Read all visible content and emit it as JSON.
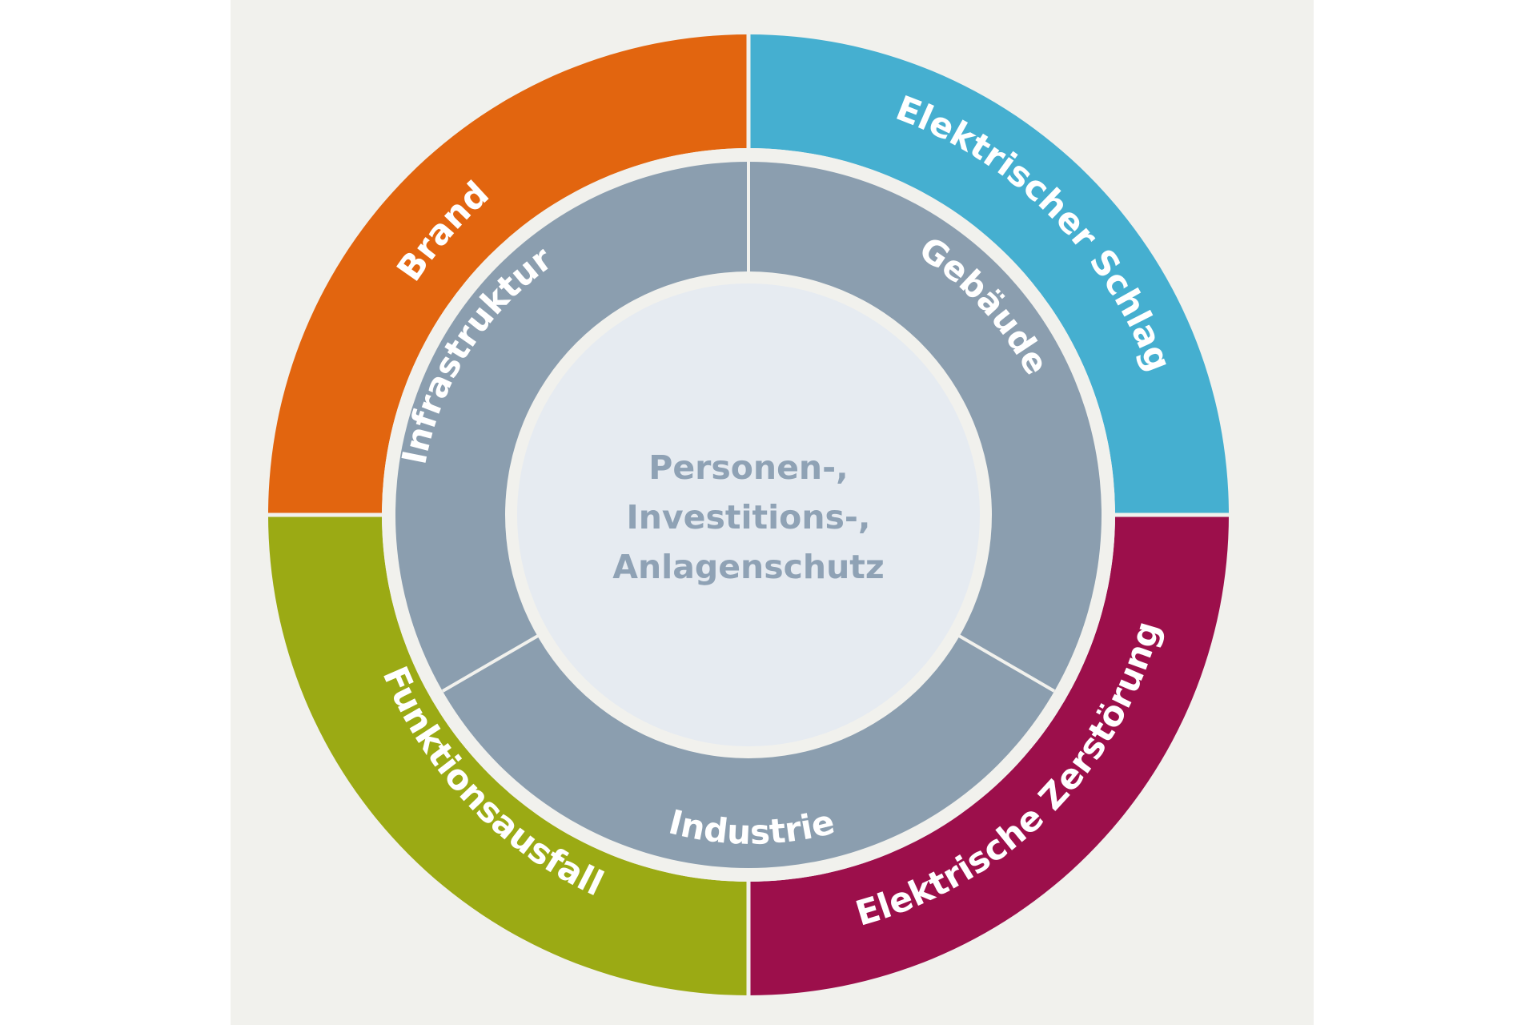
{
  "colors": {
    "background_panel": "#f1f1ed",
    "outer_top_left": "#e2650f",
    "outer_top_right": "#45afd0",
    "outer_bottom_left": "#9baa14",
    "outer_bottom_right": "#9c0f4b",
    "middle_ring": "#8b9eaf",
    "center_fill": "#e6ebf1",
    "center_text": "#8fa2b5",
    "separator": "#f1f1ed"
  },
  "outer_ring": {
    "top_left": "Brand",
    "top_right": "Elektrischer Schlag",
    "bottom_left": "Funktionsausfall",
    "bottom_right": "Elektrische Zerstörung"
  },
  "middle_ring": {
    "left": "Infrastruktur",
    "right": "Gebäude",
    "bottom": "Industrie"
  },
  "center": {
    "line1": "Personen-,",
    "line2": "Investitions-,",
    "line3": "Anlagenschutz"
  }
}
